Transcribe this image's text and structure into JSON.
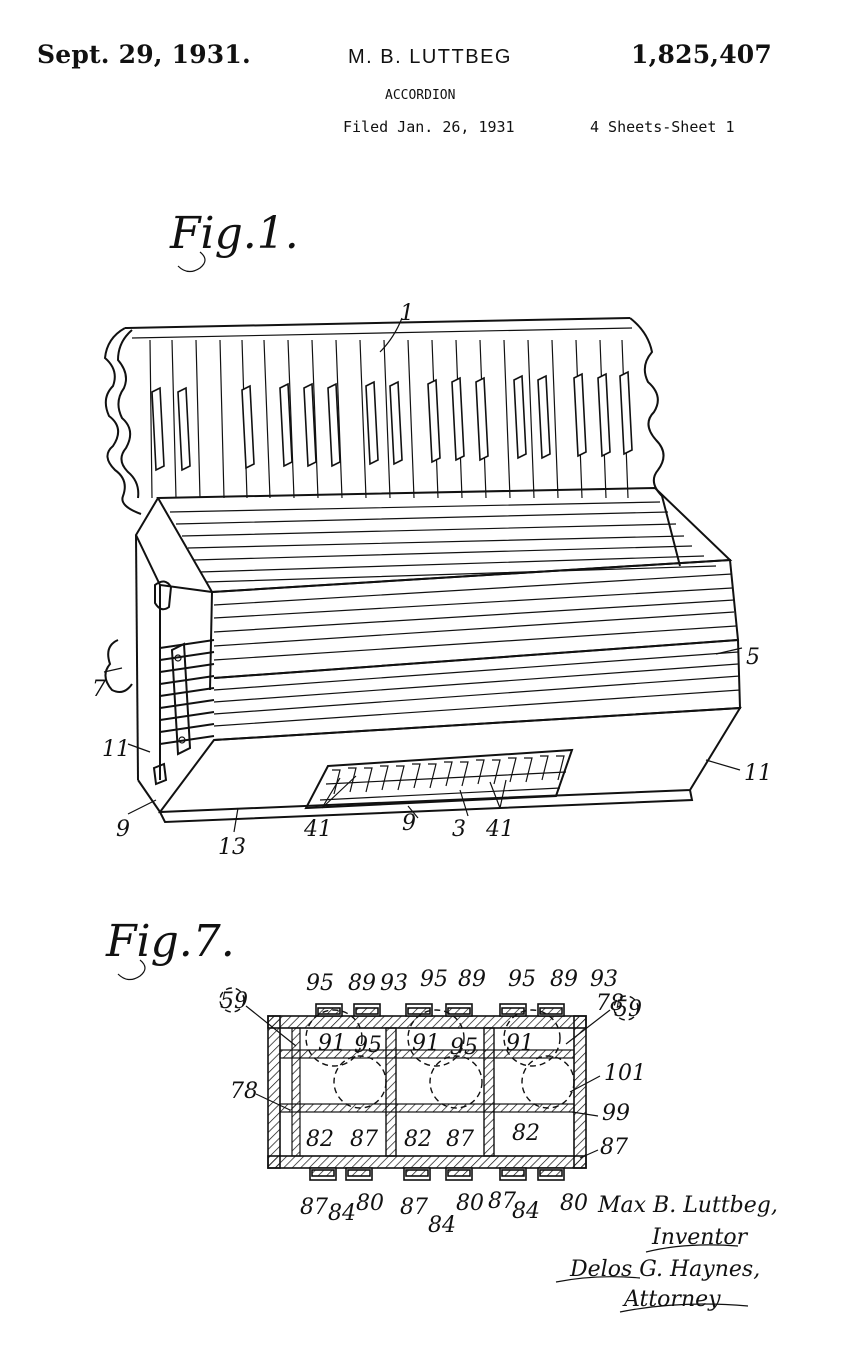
{
  "header": {
    "date": "Sept. 29, 1931.",
    "inventor": "M. B. LUTTBEG",
    "patent_number": "1,825,407",
    "title": "ACCORDION",
    "filed": "Filed Jan. 26, 1931",
    "sheets": "4 Sheets-Sheet 1"
  },
  "fig1": {
    "label": "Fig.1.",
    "refs": [
      "1",
      "5",
      "7",
      "11",
      "11",
      "9",
      "13",
      "41",
      "9",
      "3",
      "41"
    ]
  },
  "fig7": {
    "label": "Fig.7.",
    "top_refs": [
      "95",
      "89",
      "93",
      "95",
      "89",
      "95",
      "89",
      "93",
      "78"
    ],
    "inner_refs": [
      "91",
      "95",
      "91",
      "95",
      "91"
    ],
    "side_refs": [
      "59",
      "59",
      "101",
      "78",
      "99",
      "87"
    ],
    "lower_refs": [
      "82",
      "87",
      "82",
      "87",
      "82"
    ],
    "bottom_refs": [
      "87",
      "84",
      "80",
      "87",
      "80",
      "84",
      "87",
      "84",
      "80"
    ]
  },
  "signature": {
    "inventor_name": "Max B. Luttbeg,",
    "inventor_role": "Inventor",
    "attorney_name": "Delos G. Haynes,",
    "attorney_role": "Attorney"
  }
}
